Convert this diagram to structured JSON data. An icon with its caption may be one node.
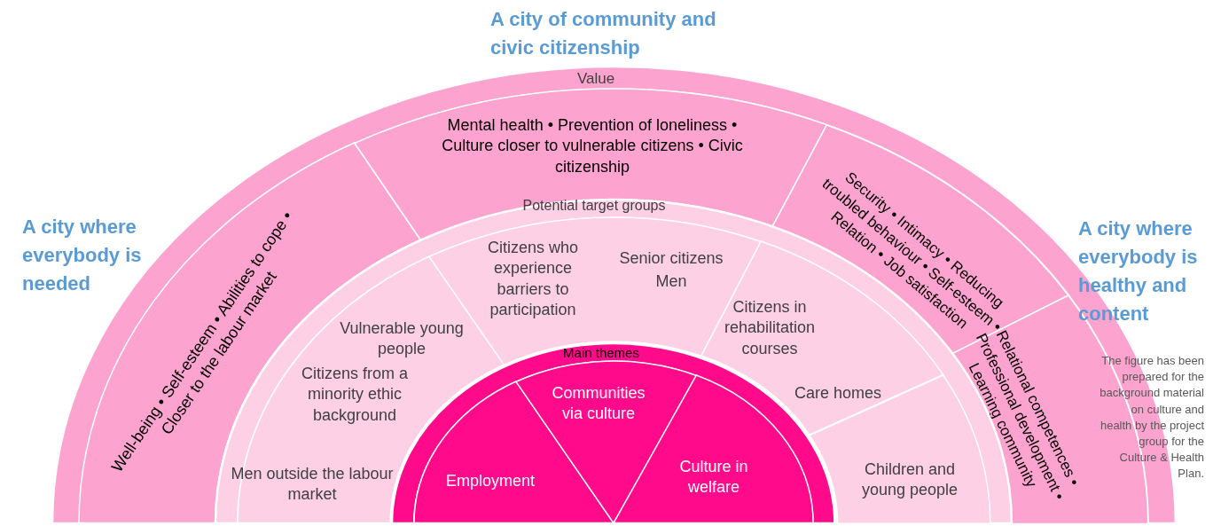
{
  "diagram": {
    "nodes": [
      {
        "text": [
          "Value"
        ]
      },
      {
        "text": [
          "Well-being • Self-esteem • Abilities to cope • Closer to the labour market"
        ],
        "in": 0
      },
      {
        "text": [
          "Mental health • Prevention of loneliness • Culture closer to vulnerable citizens • Civic citizenship"
        ],
        "in": 0
      },
      {
        "text": [
          "Security • Intimacy • Reducing troubled behaviour • Self-esteem • Relation • Job satisfaction"
        ],
        "in": 0
      },
      {
        "text": [
          "Relational competences • Professional development • Learning community"
        ],
        "in": 0
      },
      {
        "text": [
          "Potential target groups"
        ]
      },
      {
        "text": [
          "Vulnerable young people",
          "Citizens from a minority ethic background",
          "Men outside the labour market"
        ],
        "in": 5
      },
      {
        "text": [
          "Citizens who experience barriers to participation",
          "Senior citizens",
          "Men"
        ],
        "in": 5
      },
      {
        "text": [
          "Citizens in rehabilitation courses",
          "Care homes"
        ],
        "in": 5
      },
      {
        "text": [
          "Children and young people"
        ],
        "in": 5
      },
      {
        "text": [
          "Main themes"
        ]
      },
      {
        "text": [
          "Employment"
        ],
        "in": 10
      },
      {
        "text": [
          "Communities via culture"
        ],
        "in": 10
      },
      {
        "text": [
          "Culture in welfare"
        ],
        "in": 10
      }
    ],
    "labels": [
      "A city of community and civic citizenship",
      "A city where everybody is needed",
      "A city where everybody is healthy and content",
      "The figure has been prepared for the background material on culture and health by the project group for the Culture & Health Plan."
    ]
  }
}
